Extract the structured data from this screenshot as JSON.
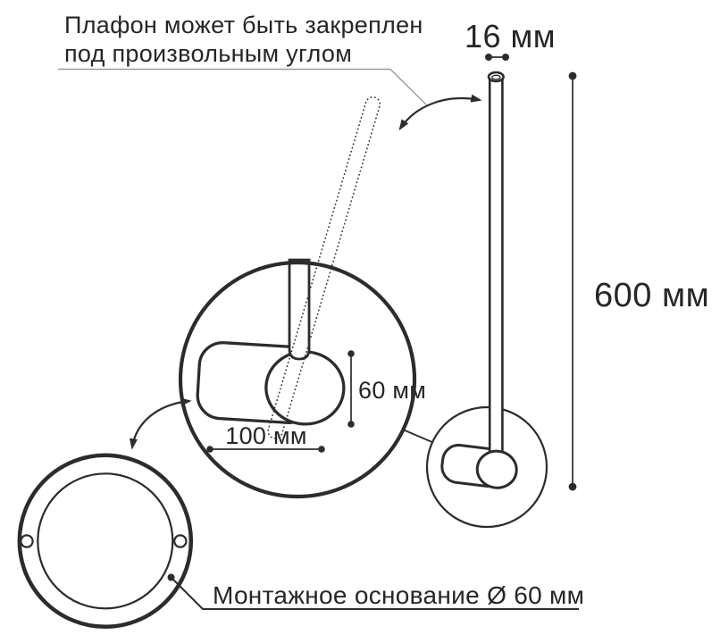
{
  "notes": {
    "shade_angle": {
      "line1": "Плафон может быть закреплен",
      "line2": "под произвольным углом"
    },
    "mounting_base": "Монтажное основание Ø 60 мм"
  },
  "dimensions": {
    "tube_diameter": "16 мм",
    "overall_height": "600 мм",
    "shade_diameter": "60 мм",
    "shade_length": "100 мм"
  },
  "colors": {
    "ink": "#262626",
    "line": "#2c2c2c",
    "leader": "#9b9b9b",
    "background": "#ffffff"
  }
}
